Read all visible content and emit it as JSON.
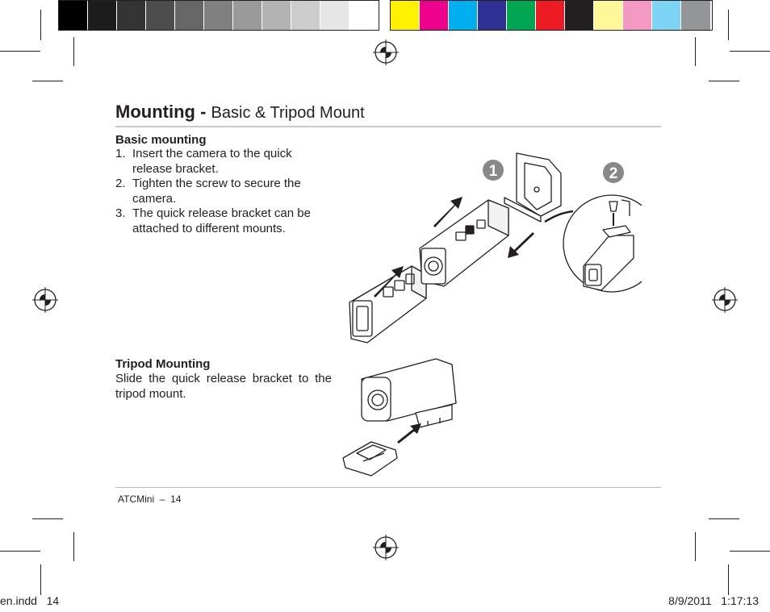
{
  "color_bar": {
    "grays": [
      "#000000",
      "#1c1c1c",
      "#333333",
      "#4d4d4d",
      "#666666",
      "#808080",
      "#999999",
      "#b3b3b3",
      "#cccccc",
      "#e6e6e6",
      "#ffffff"
    ],
    "colors": [
      "#fff200",
      "#ec008c",
      "#00aeef",
      "#2e3192",
      "#00a651",
      "#ed1c24",
      "#231f20",
      "#fff799",
      "#f49ac2",
      "#7dd4f5",
      "#939598"
    ]
  },
  "page": {
    "title": "Mounting -",
    "subtitle": "Basic & Tripod Mount"
  },
  "basic": {
    "heading": "Basic mounting",
    "steps": [
      {
        "num": "1.",
        "text": "Insert the camera to the quick release bracket."
      },
      {
        "num": "2.",
        "text": "Tighten the screw to secure the camera."
      },
      {
        "num": "3.",
        "text": "The quick release bracket can be attached to different mounts."
      }
    ]
  },
  "figure": {
    "step1": "1",
    "step2": "2"
  },
  "tripod": {
    "heading": "Tripod Mounting",
    "text": "Slide the quick release bracket to the tripod mount."
  },
  "footer": {
    "text": "ATCMini  –  14"
  },
  "slug": {
    "left": "en.indd   14",
    "right": "8/9/2011   1:17:13"
  }
}
